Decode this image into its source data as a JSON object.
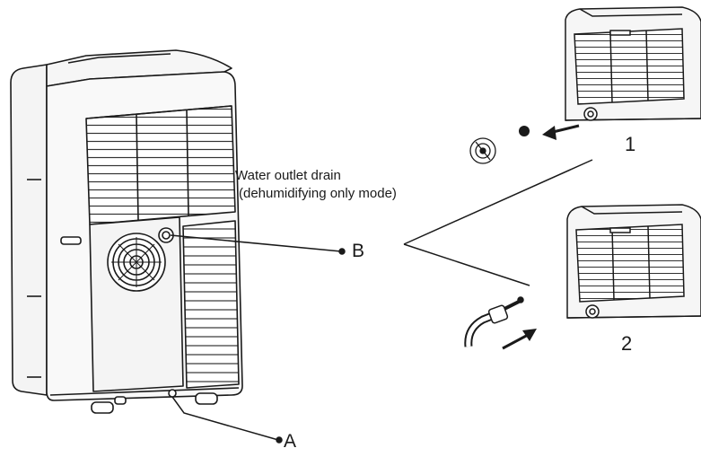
{
  "diagram": {
    "caption_line1": "Water outlet drain",
    "caption_line2": "(dehumidifying only mode)",
    "label_a": "A",
    "label_b": "B",
    "label_1": "1",
    "label_2": "2"
  },
  "colors": {
    "line": "#1a1a1a",
    "body_fill": "#f2f2f2",
    "panel_fill": "#e6e6e6"
  },
  "icons": [
    "air-conditioner-unit",
    "drain-cap-icon",
    "drain-hose-icon",
    "arrow-icon"
  ]
}
